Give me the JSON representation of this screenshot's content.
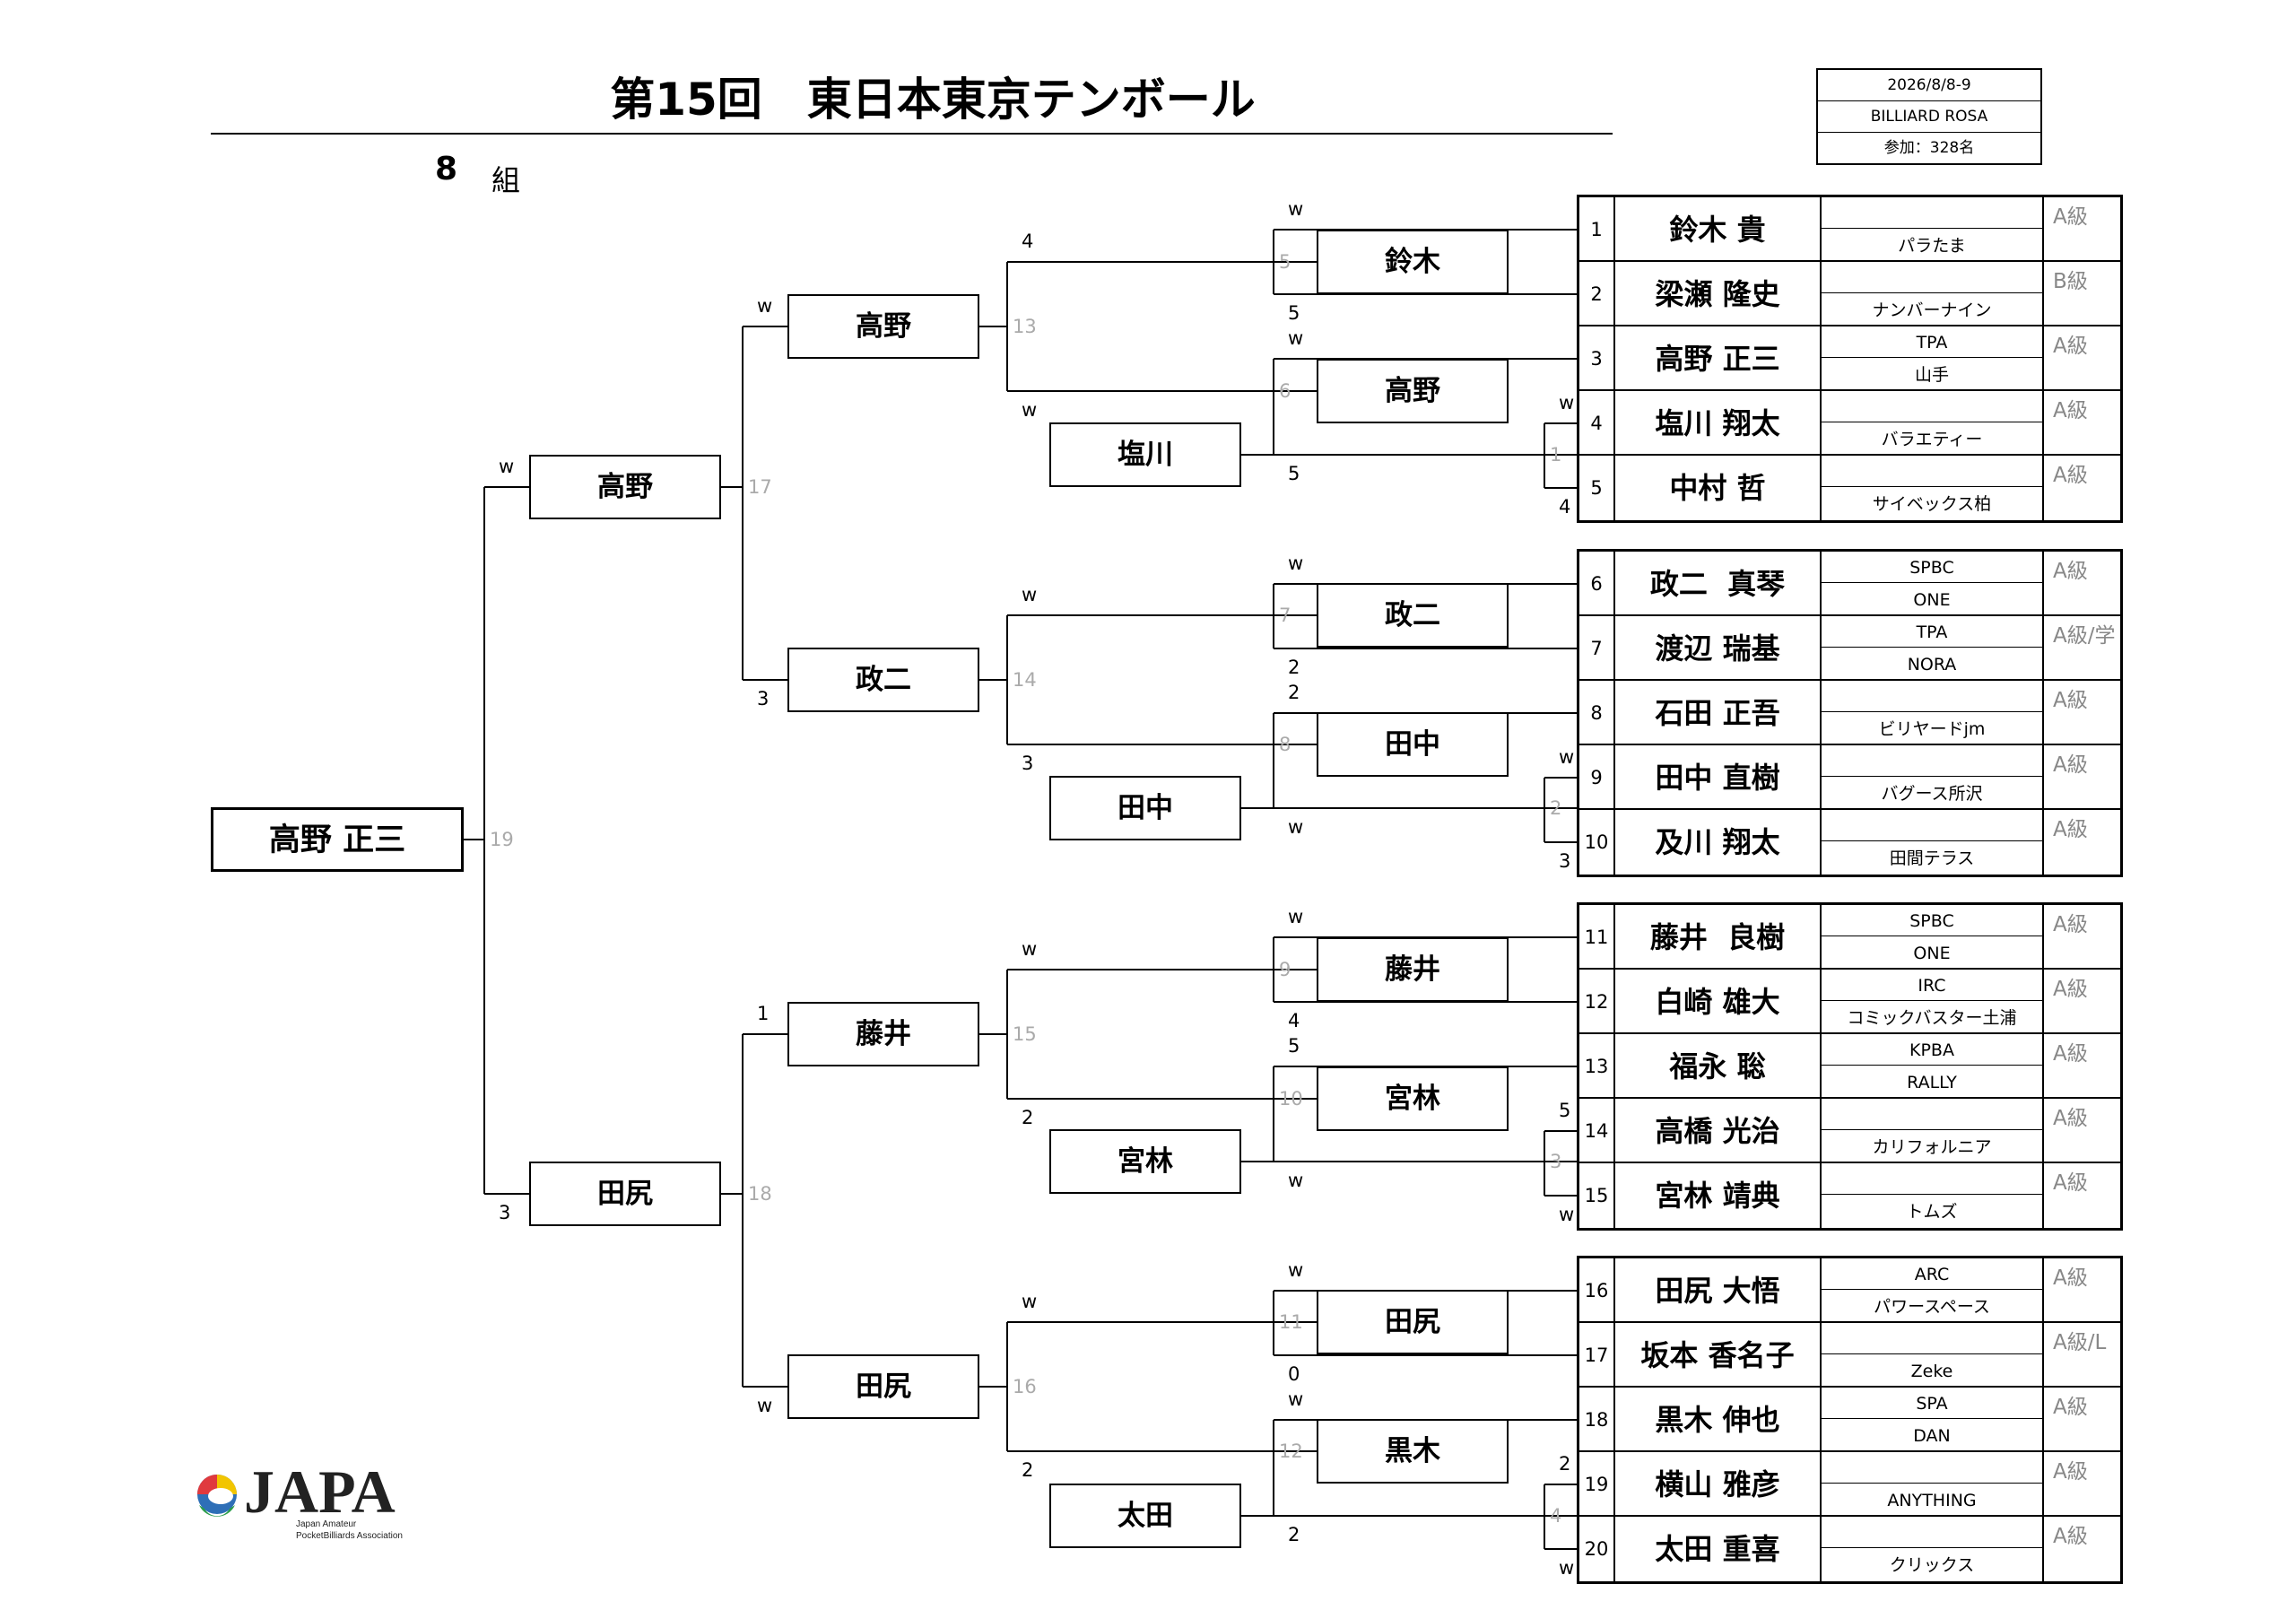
{
  "header": {
    "title": "第15回　東日本東京テンボール",
    "group_number": "8",
    "group_label": "組",
    "info": [
      "2026/8/8-9",
      "BILLIARD ROSA",
      "参加：328名"
    ]
  },
  "logo": {
    "text": "JAPA",
    "subtitle1": "Japan Amateur",
    "subtitle2": "PocketBilliards Association"
  },
  "players": [
    {
      "no": "1",
      "name": "鈴木 貴",
      "club1": "",
      "club2": "パラたま",
      "class": "A級"
    },
    {
      "no": "2",
      "name": "梁瀬 隆史",
      "club1": "",
      "club2": "ナンバーナイン",
      "class": "B級"
    },
    {
      "no": "3",
      "name": "高野 正三",
      "club1": "TPA",
      "club2": "山手",
      "class": "A級"
    },
    {
      "no": "4",
      "name": "塩川 翔太",
      "club1": "",
      "club2": "バラエティー",
      "class": "A級"
    },
    {
      "no": "5",
      "name": "中村 哲",
      "club1": "",
      "club2": "サイベックス柏",
      "class": "A級"
    },
    {
      "no": "6",
      "name": "政二  真琴",
      "club1": "SPBC",
      "club2": "ONE",
      "class": "A級"
    },
    {
      "no": "7",
      "name": "渡辺 瑞基",
      "club1": "TPA",
      "club2": "NORA",
      "class": "A級/学"
    },
    {
      "no": "8",
      "name": "石田 正吾",
      "club1": "",
      "club2": "ビリヤードjm",
      "class": "A級"
    },
    {
      "no": "9",
      "name": "田中 直樹",
      "club1": "",
      "club2": "バグース所沢",
      "class": "A級"
    },
    {
      "no": "10",
      "name": "及川 翔太",
      "club1": "",
      "club2": "田間テラス",
      "class": "A級"
    },
    {
      "no": "11",
      "name": "藤井  良樹",
      "club1": "SPBC",
      "club2": "ONE",
      "class": "A級"
    },
    {
      "no": "12",
      "name": "白崎 雄大",
      "club1": "IRC",
      "club2": "コミックバスター土浦",
      "class": "A級"
    },
    {
      "no": "13",
      "name": "福永 聡",
      "club1": "KPBA",
      "club2": "RALLY",
      "class": "A級"
    },
    {
      "no": "14",
      "name": "高橋 光治",
      "club1": "",
      "club2": "カリフォルニア",
      "class": "A級"
    },
    {
      "no": "15",
      "name": "宮林 靖典",
      "club1": "",
      "club2": "トムズ",
      "class": "A級"
    },
    {
      "no": "16",
      "name": "田尻 大悟",
      "club1": "ARC",
      "club2": "パワースペース",
      "class": "A級"
    },
    {
      "no": "17",
      "name": "坂本 香名子",
      "club1": "",
      "club2": "Zeke",
      "class": "A級/L"
    },
    {
      "no": "18",
      "name": "黒木 伸也",
      "club1": "SPA",
      "club2": "DAN",
      "class": "A級"
    },
    {
      "no": "19",
      "name": "横山 雅彦",
      "club1": "",
      "club2": "ANYTHING",
      "class": "A級"
    },
    {
      "no": "20",
      "name": "太田 重喜",
      "club1": "",
      "club2": "クリックス",
      "class": "A級"
    }
  ],
  "matches": [
    {
      "no": "1",
      "winner": "塩川",
      "top_score": "w",
      "bottom_score": "4"
    },
    {
      "no": "2",
      "winner": "田中",
      "top_score": "w",
      "bottom_score": "3"
    },
    {
      "no": "3",
      "winner": "宮林",
      "top_score": "5",
      "bottom_score": "w"
    },
    {
      "no": "4",
      "winner": "太田",
      "top_score": "2",
      "bottom_score": "w"
    },
    {
      "no": "5",
      "winner": "鈴木",
      "top_score": "w",
      "bottom_score": "5"
    },
    {
      "no": "6",
      "winner": "高野",
      "top_score": "w",
      "bottom_score": "5"
    },
    {
      "no": "7",
      "winner": "政二",
      "top_score": "w",
      "bottom_score": "2"
    },
    {
      "no": "8",
      "winner": "田中",
      "top_score": "2",
      "bottom_score": "w"
    },
    {
      "no": "9",
      "winner": "藤井",
      "top_score": "w",
      "bottom_score": "4"
    },
    {
      "no": "10",
      "winner": "宮林",
      "top_score": "5",
      "bottom_score": "w"
    },
    {
      "no": "11",
      "winner": "田尻",
      "top_score": "w",
      "bottom_score": "0"
    },
    {
      "no": "12",
      "winner": "黒木",
      "top_score": "w",
      "bottom_score": "2"
    },
    {
      "no": "13",
      "winner": "高野",
      "top_score": "4",
      "bottom_score": "w"
    },
    {
      "no": "14",
      "winner": "政二",
      "top_score": "w",
      "bottom_score": "3"
    },
    {
      "no": "15",
      "winner": "藤井",
      "top_score": "w",
      "bottom_score": "2"
    },
    {
      "no": "16",
      "winner": "田尻",
      "top_score": "w",
      "bottom_score": "2"
    },
    {
      "no": "17",
      "winner": "高野",
      "top_score": "w",
      "bottom_score": "3"
    },
    {
      "no": "18",
      "winner": "田尻",
      "top_score": "1",
      "bottom_score": "w"
    },
    {
      "no": "19",
      "winner": "高野 正三",
      "top_score": "w",
      "bottom_score": "3"
    }
  ]
}
